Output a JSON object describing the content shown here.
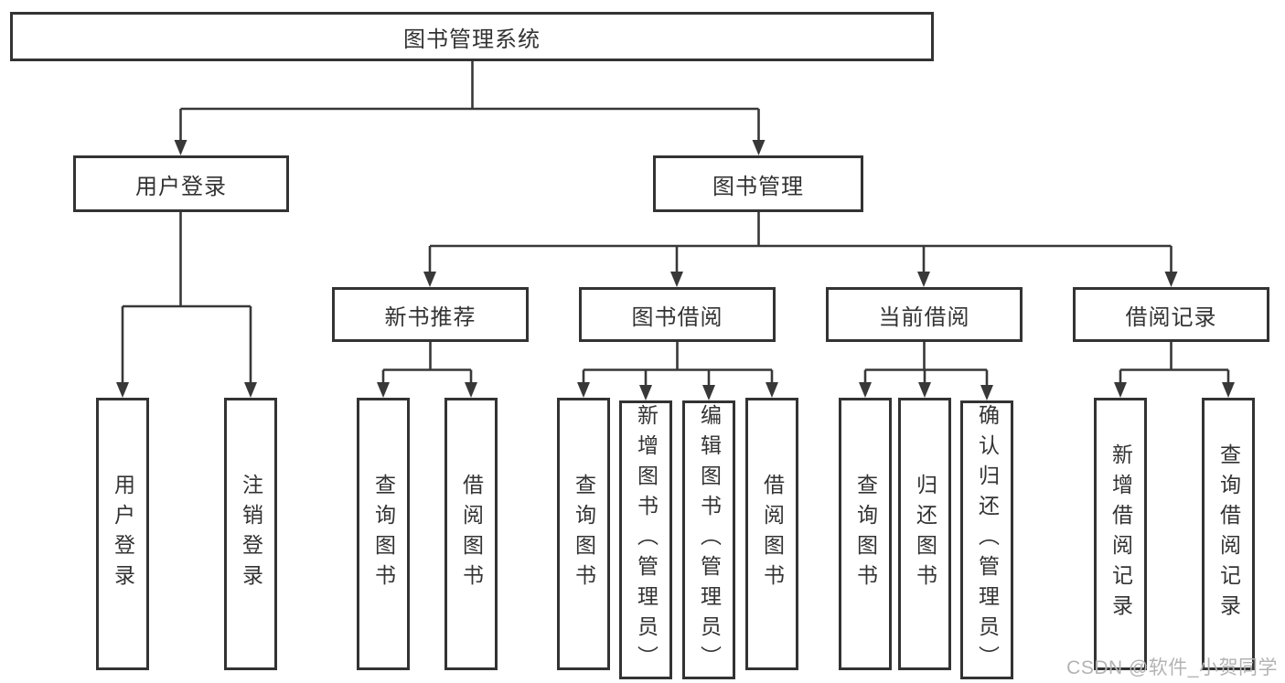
{
  "diagram": {
    "root": {
      "label": "图书管理系统"
    },
    "branches": [
      {
        "label": "用户登录",
        "children": [
          {
            "label": "用户登录"
          },
          {
            "label": "注销登录"
          }
        ]
      },
      {
        "label": "图书管理",
        "children": [
          {
            "label": "新书推荐",
            "children": [
              {
                "label": "查询图书"
              },
              {
                "label": "借阅图书"
              }
            ]
          },
          {
            "label": "图书借阅",
            "children": [
              {
                "label": "查询图书"
              },
              {
                "label": "新增图书（管理员）"
              },
              {
                "label": "编辑图书（管理员）"
              },
              {
                "label": "借阅图书"
              }
            ]
          },
          {
            "label": "当前借阅",
            "children": [
              {
                "label": "查询图书"
              },
              {
                "label": "归还图书"
              },
              {
                "label": "确认归还（管理员）"
              }
            ]
          },
          {
            "label": "借阅记录",
            "children": [
              {
                "label": "新增借阅记录"
              },
              {
                "label": "查询借阅记录"
              }
            ]
          }
        ]
      }
    ]
  },
  "watermark": "CSDN @软件_小贺同学",
  "colors": {
    "line": "#383838",
    "border": "#333333",
    "text": "#333333",
    "watermark": "#b3b3b3",
    "background": "#ffffff"
  }
}
